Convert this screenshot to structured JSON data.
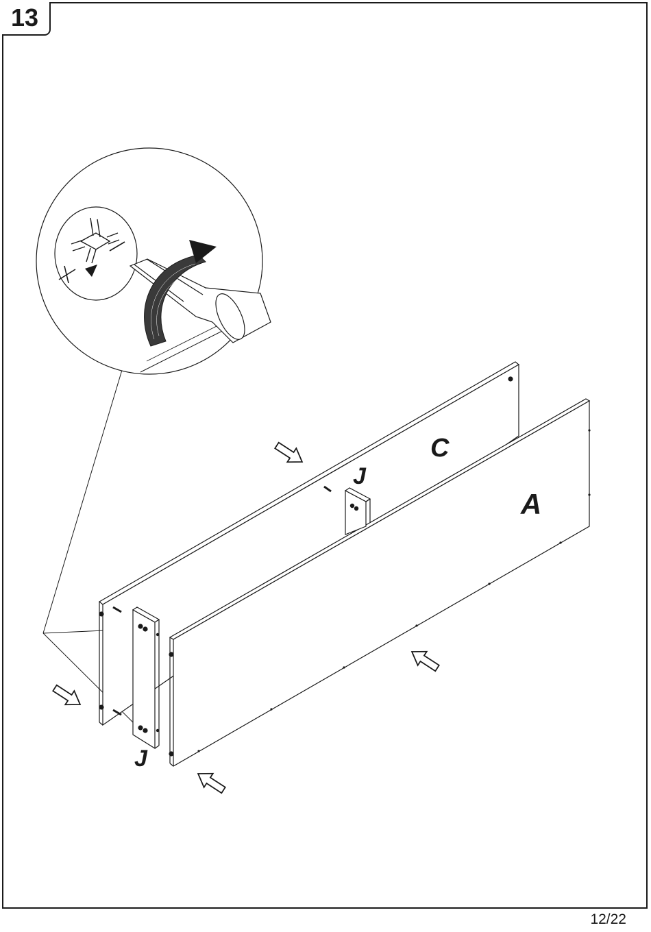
{
  "step": {
    "number": "13"
  },
  "page": {
    "number": "12/22"
  },
  "detail_view": {
    "plus_symbol": "+",
    "minus_symbol": "—",
    "screwdriver_icon": "screwdriver-icon",
    "rotation_arrow_icon": "curved-arrow-icon"
  },
  "parts": {
    "panel_c": "C",
    "panel_a": "A",
    "connector_j_rear": "J",
    "connector_j_front": "J"
  },
  "colors": {
    "line": "#1a1a1a",
    "paper": "#ffffff",
    "hatch": "#3a3a3a"
  }
}
